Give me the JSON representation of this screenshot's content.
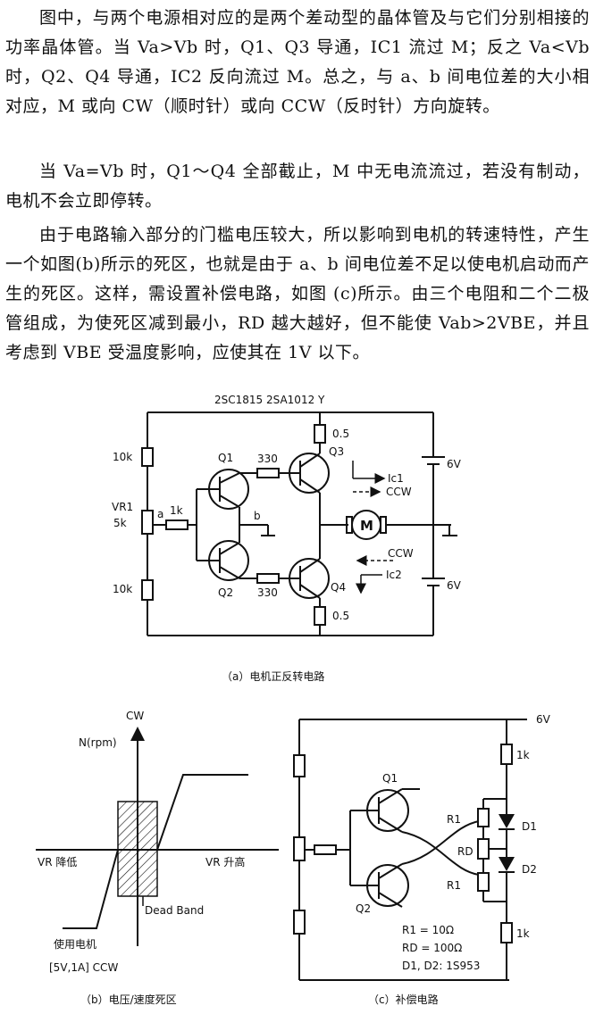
{
  "text": {
    "p1": "图中，与两个电源相对应的是两个差动型的晶体管及与它们分别相接的功率晶体管。当 Va>Vb 时，Q1、Q3 导通，IC1 流过 M；反之 Va<Vb 时，Q2、Q4 导通，IC2 反向流过 M。总之，与 a、b 间电位差的大小相对应，M 或向 CW（顺时针）或向 CCW（反时针）方向旋转。",
    "p2": "当 Va=Vb 时，Q1～Q4 全部截止，M 中无电流流过，若没有制动，电机不会立即停转。",
    "p3": "由于电路输入部分的门槛电压较大，所以影响到电机的转速特性，产生一个如图(b)所示的死区，也就是由于 a、b 间电位差不足以使电机启动而产生的死区。这样，需设置补偿电路，如图 (c)所示。由三个电阻和二个二极管组成，为使死区减到最小，RD 越大越好，但不能使 Vab>2VBE，并且考虑到 VBE 受温度影响，应使其在 1V 以下。"
  },
  "circuit_a": {
    "title_parts": "2SC1815  2SA1012  Y",
    "r_top": "10k",
    "vr_label": "VR1",
    "vr_value": "5k",
    "r_bottom": "10k",
    "node_a": "a",
    "r_in": "1k",
    "node_b": "b",
    "q1": "Q1",
    "q2": "Q2",
    "q3": "Q3",
    "q4": "Q4",
    "r330_top": "330",
    "r330_bottom": "330",
    "r05_top": "0.5",
    "r05_bottom": "0.5",
    "motor": "M",
    "ic1": "Ic1",
    "ic2": "Ic2",
    "cw": "CCW",
    "ccw": "CCW",
    "v_top": "6V",
    "v_bottom": "6V",
    "caption": "（a）电机正反转电路"
  },
  "graph_b": {
    "cw": "CW",
    "n_rpm": "N(rpm)",
    "vr_down": "VR 降低",
    "vr_up": "VR 升高",
    "dead_band": "Dead Band",
    "motor_used": "使用电机",
    "motor_spec": "[5V,1A] CCW",
    "caption": "（b）电压/速度死区"
  },
  "circuit_c": {
    "v_top": "6V",
    "r1k_top": "1k",
    "r1k_bottom": "1k",
    "q1": "Q1",
    "q2": "Q2",
    "r1_top": "R1",
    "rd": "RD",
    "r1_bottom": "R1",
    "d1": "D1",
    "d2": "D2",
    "note1": "R1 = 10Ω",
    "note2": "RD = 100Ω",
    "note3": "D1, D2: 1S953",
    "caption": "（c）补偿电路"
  }
}
